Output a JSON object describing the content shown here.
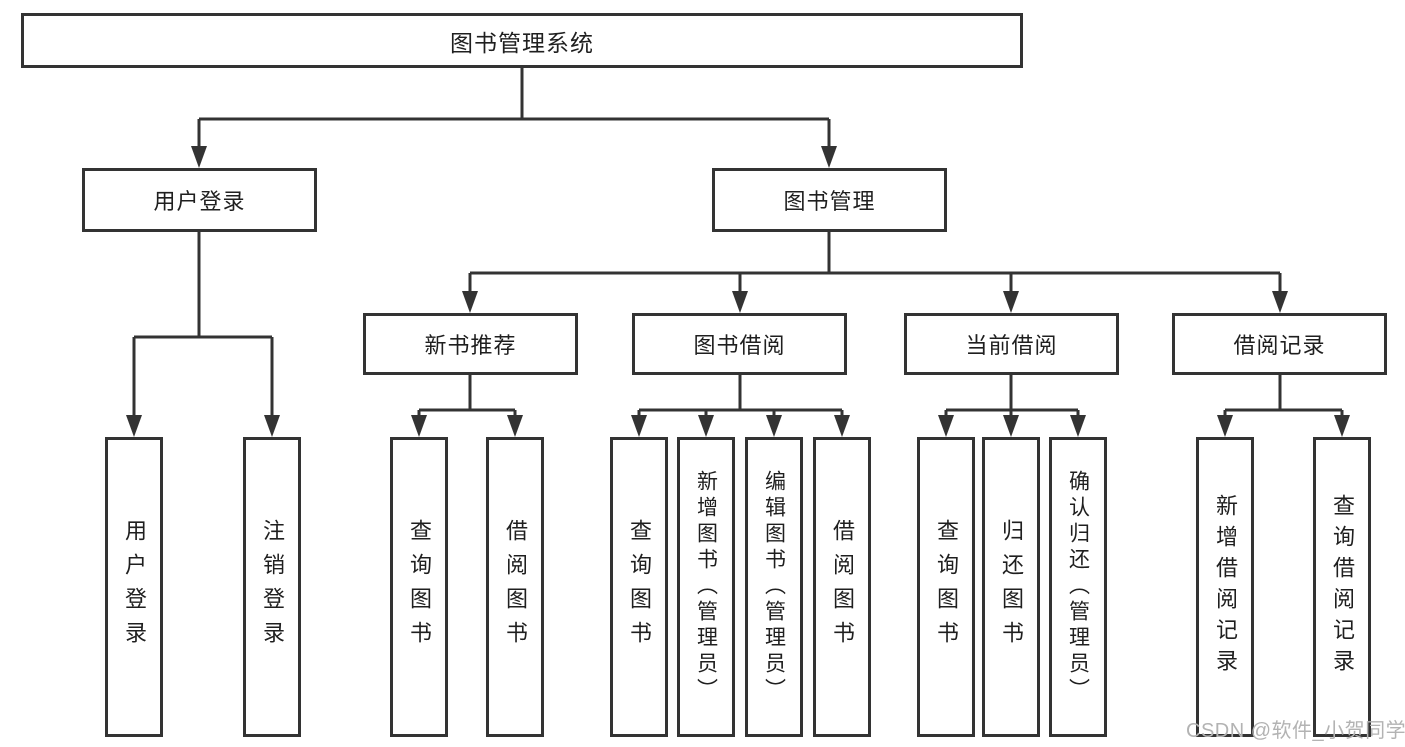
{
  "tree": {
    "label": "图书管理系统",
    "children": [
      {
        "label": "用户登录",
        "children": [
          {
            "label": "用户登录"
          },
          {
            "label": "注销登录"
          }
        ]
      },
      {
        "label": "图书管理",
        "children": [
          {
            "label": "新书推荐",
            "children": [
              {
                "label": "查询图书"
              },
              {
                "label": "借阅图书"
              }
            ]
          },
          {
            "label": "图书借阅",
            "children": [
              {
                "label": "查询图书"
              },
              {
                "label": "新增图书（管理员）"
              },
              {
                "label": "编辑图书（管理员）"
              },
              {
                "label": "借阅图书"
              }
            ]
          },
          {
            "label": "当前借阅",
            "children": [
              {
                "label": "查询图书"
              },
              {
                "label": "归还图书"
              },
              {
                "label": "确认归还（管理员）"
              }
            ]
          },
          {
            "label": "借阅记录",
            "children": [
              {
                "label": "新增借阅记录"
              },
              {
                "label": "查询借阅记录"
              }
            ]
          }
        ]
      }
    ]
  },
  "watermark": "CSDN @软件_小贺同学",
  "colors": {
    "line": "#333333",
    "border": "#333333",
    "text": "#1f1f1f",
    "background": "#ffffff",
    "watermark": "#b3b3b3"
  }
}
